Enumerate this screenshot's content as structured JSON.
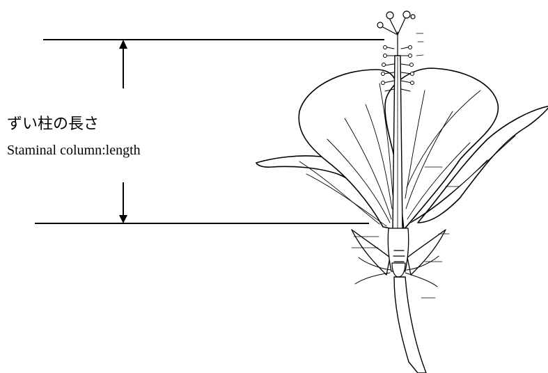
{
  "diagram": {
    "labels": {
      "japanese": "ずい柱の長さ",
      "english": "Staminal column:length"
    },
    "illustration": "hibiscus-flower-cross-section",
    "line_color": "#000000"
  }
}
